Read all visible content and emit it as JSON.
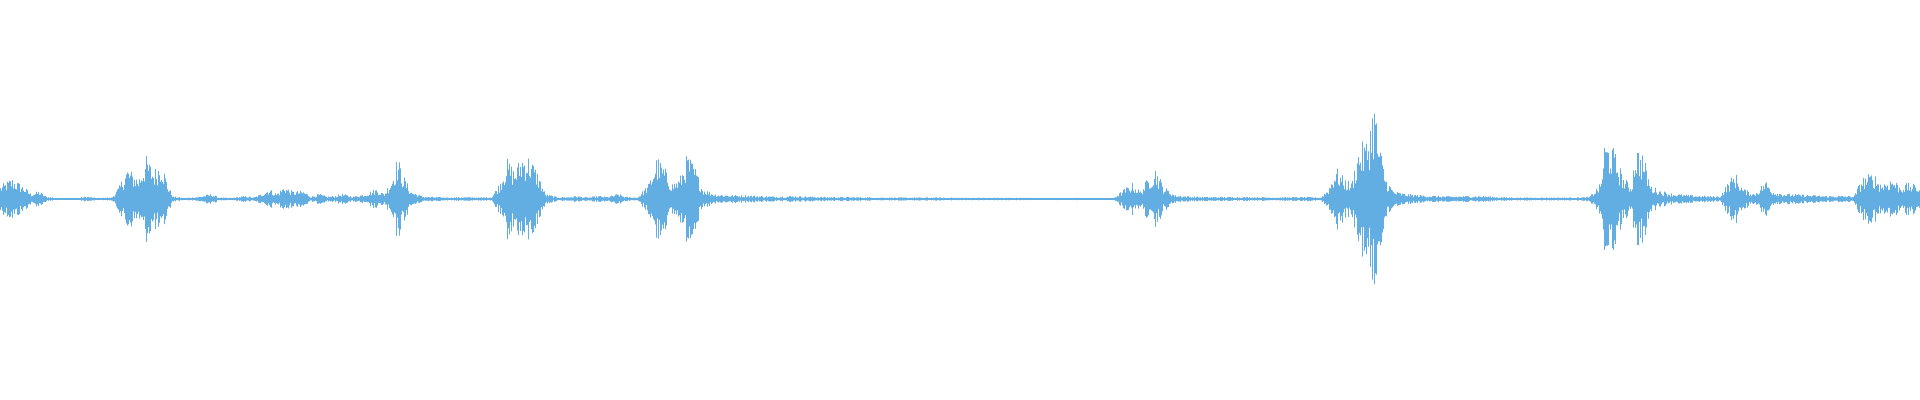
{
  "waveform": {
    "color": "#62aee3",
    "background": "#ffffff",
    "amplitude_profile": [
      [
        0.0,
        0.05
      ],
      [
        0.006,
        0.08
      ],
      [
        0.012,
        0.05
      ],
      [
        0.016,
        0.02
      ],
      [
        0.02,
        0.03
      ],
      [
        0.024,
        0.01
      ],
      [
        0.03,
        0.004
      ],
      [
        0.04,
        0.004
      ],
      [
        0.045,
        0.01
      ],
      [
        0.05,
        0.004
      ],
      [
        0.058,
        0.006
      ],
      [
        0.062,
        0.05
      ],
      [
        0.066,
        0.12
      ],
      [
        0.072,
        0.08
      ],
      [
        0.076,
        0.16
      ],
      [
        0.08,
        0.11
      ],
      [
        0.084,
        0.15
      ],
      [
        0.087,
        0.06
      ],
      [
        0.09,
        0.01
      ],
      [
        0.096,
        0.004
      ],
      [
        0.104,
        0.01
      ],
      [
        0.11,
        0.02
      ],
      [
        0.114,
        0.006
      ],
      [
        0.12,
        0.004
      ],
      [
        0.128,
        0.012
      ],
      [
        0.132,
        0.006
      ],
      [
        0.136,
        0.02
      ],
      [
        0.14,
        0.04
      ],
      [
        0.144,
        0.02
      ],
      [
        0.148,
        0.05
      ],
      [
        0.152,
        0.03
      ],
      [
        0.158,
        0.03
      ],
      [
        0.162,
        0.01
      ],
      [
        0.166,
        0.02
      ],
      [
        0.17,
        0.01
      ],
      [
        0.174,
        0.012
      ],
      [
        0.178,
        0.02
      ],
      [
        0.184,
        0.01
      ],
      [
        0.19,
        0.02
      ],
      [
        0.196,
        0.04
      ],
      [
        0.2,
        0.02
      ],
      [
        0.204,
        0.08
      ],
      [
        0.207,
        0.16
      ],
      [
        0.21,
        0.09
      ],
      [
        0.214,
        0.03
      ],
      [
        0.22,
        0.01
      ],
      [
        0.226,
        0.008
      ],
      [
        0.234,
        0.006
      ],
      [
        0.24,
        0.008
      ],
      [
        0.25,
        0.006
      ],
      [
        0.256,
        0.008
      ],
      [
        0.26,
        0.06
      ],
      [
        0.264,
        0.15
      ],
      [
        0.268,
        0.11
      ],
      [
        0.272,
        0.17
      ],
      [
        0.276,
        0.16
      ],
      [
        0.28,
        0.1
      ],
      [
        0.284,
        0.02
      ],
      [
        0.29,
        0.008
      ],
      [
        0.296,
        0.008
      ],
      [
        0.3,
        0.012
      ],
      [
        0.306,
        0.006
      ],
      [
        0.312,
        0.012
      ],
      [
        0.316,
        0.008
      ],
      [
        0.322,
        0.02
      ],
      [
        0.326,
        0.008
      ],
      [
        0.332,
        0.006
      ],
      [
        0.338,
        0.06
      ],
      [
        0.342,
        0.16
      ],
      [
        0.346,
        0.12
      ],
      [
        0.35,
        0.06
      ],
      [
        0.354,
        0.08
      ],
      [
        0.358,
        0.17
      ],
      [
        0.362,
        0.12
      ],
      [
        0.366,
        0.04
      ],
      [
        0.372,
        0.02
      ],
      [
        0.38,
        0.015
      ],
      [
        0.388,
        0.015
      ],
      [
        0.396,
        0.012
      ],
      [
        0.404,
        0.01
      ],
      [
        0.412,
        0.012
      ],
      [
        0.42,
        0.01
      ],
      [
        0.43,
        0.008
      ],
      [
        0.44,
        0.008
      ],
      [
        0.45,
        0.007
      ],
      [
        0.46,
        0.006
      ],
      [
        0.47,
        0.006
      ],
      [
        0.48,
        0.006
      ],
      [
        0.49,
        0.006
      ],
      [
        0.5,
        0.005
      ],
      [
        0.51,
        0.005
      ],
      [
        0.52,
        0.005
      ],
      [
        0.53,
        0.005
      ],
      [
        0.54,
        0.004
      ],
      [
        0.55,
        0.004
      ],
      [
        0.56,
        0.004
      ],
      [
        0.57,
        0.004
      ],
      [
        0.58,
        0.004
      ],
      [
        0.586,
        0.04
      ],
      [
        0.59,
        0.06
      ],
      [
        0.594,
        0.03
      ],
      [
        0.598,
        0.08
      ],
      [
        0.602,
        0.12
      ],
      [
        0.606,
        0.05
      ],
      [
        0.612,
        0.015
      ],
      [
        0.62,
        0.01
      ],
      [
        0.63,
        0.008
      ],
      [
        0.64,
        0.008
      ],
      [
        0.65,
        0.008
      ],
      [
        0.66,
        0.007
      ],
      [
        0.67,
        0.007
      ],
      [
        0.68,
        0.008
      ],
      [
        0.688,
        0.006
      ],
      [
        0.692,
        0.04
      ],
      [
        0.696,
        0.12
      ],
      [
        0.7,
        0.08
      ],
      [
        0.704,
        0.06
      ],
      [
        0.708,
        0.2
      ],
      [
        0.712,
        0.22
      ],
      [
        0.716,
        0.38
      ],
      [
        0.718,
        0.23
      ],
      [
        0.722,
        0.08
      ],
      [
        0.726,
        0.03
      ],
      [
        0.732,
        0.02
      ],
      [
        0.74,
        0.015
      ],
      [
        0.748,
        0.012
      ],
      [
        0.756,
        0.01
      ],
      [
        0.764,
        0.012
      ],
      [
        0.772,
        0.012
      ],
      [
        0.78,
        0.008
      ],
      [
        0.79,
        0.006
      ],
      [
        0.8,
        0.006
      ],
      [
        0.81,
        0.006
      ],
      [
        0.82,
        0.006
      ],
      [
        0.828,
        0.008
      ],
      [
        0.834,
        0.06
      ],
      [
        0.836,
        0.22
      ],
      [
        0.84,
        0.2
      ],
      [
        0.846,
        0.08
      ],
      [
        0.85,
        0.05
      ],
      [
        0.852,
        0.2
      ],
      [
        0.856,
        0.17
      ],
      [
        0.86,
        0.05
      ],
      [
        0.866,
        0.03
      ],
      [
        0.872,
        0.02
      ],
      [
        0.88,
        0.015
      ],
      [
        0.888,
        0.012
      ],
      [
        0.896,
        0.01
      ],
      [
        0.9,
        0.06
      ],
      [
        0.904,
        0.1
      ],
      [
        0.908,
        0.04
      ],
      [
        0.914,
        0.02
      ],
      [
        0.92,
        0.07
      ],
      [
        0.924,
        0.03
      ],
      [
        0.93,
        0.02
      ],
      [
        0.936,
        0.018
      ],
      [
        0.944,
        0.015
      ],
      [
        0.952,
        0.012
      ],
      [
        0.96,
        0.012
      ],
      [
        0.966,
        0.012
      ],
      [
        0.97,
        0.08
      ],
      [
        0.976,
        0.1
      ],
      [
        0.98,
        0.06
      ],
      [
        0.986,
        0.08
      ],
      [
        0.99,
        0.05
      ],
      [
        0.994,
        0.06
      ],
      [
        1.0,
        0.05
      ]
    ]
  }
}
